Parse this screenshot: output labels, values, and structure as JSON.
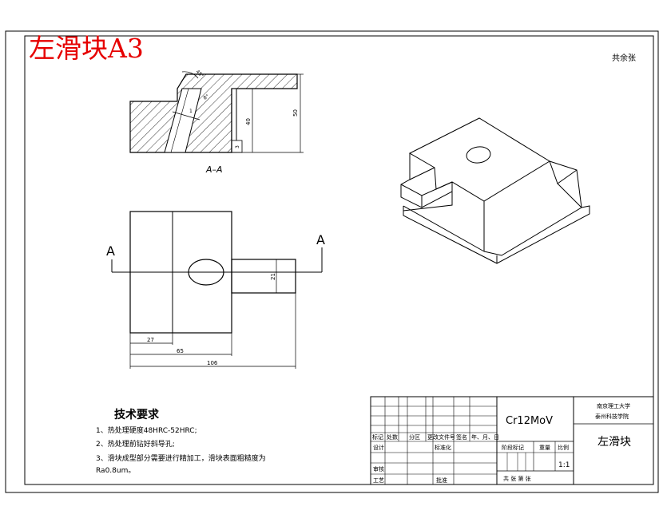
{
  "title_stamp": "左滑块A3",
  "corner_note": "共余张",
  "section_label": "A–A",
  "section_marks": [
    "A",
    "A"
  ],
  "dimensions": {
    "height_50": "50",
    "height_40": "40",
    "step_3": "3",
    "slot_21": "21",
    "len_27": "27",
    "len_65": "65",
    "len_106": "106",
    "angle_a": "45°",
    "angle_b": "8°",
    "gap_1": "1"
  },
  "tech_requirements": {
    "heading": "技术要求",
    "items": [
      "1、热处理硬度48HRC-52HRC;",
      "2、热处理前钻好斜导孔;",
      "3、滑块成型部分需要进行精加工，滑块表面粗糙度为",
      "Ra0.8um。"
    ]
  },
  "title_block": {
    "material": "Cr12MoV",
    "school_line1": "南京理工大学",
    "school_line2": "泰州科技学院",
    "part_name": "左滑块",
    "scale": "1:1",
    "headers": [
      "标记",
      "处数",
      "分区",
      "更改文件号",
      "签名",
      "年、月、日"
    ],
    "row_design": "设计",
    "row_std": "标准化",
    "row_review": "审核",
    "row_process": "工艺",
    "row_approve": "批准",
    "stage_mark": "阶段标记",
    "weight": "重量",
    "ratio": "比例",
    "sheets": "共    张  第    张"
  }
}
